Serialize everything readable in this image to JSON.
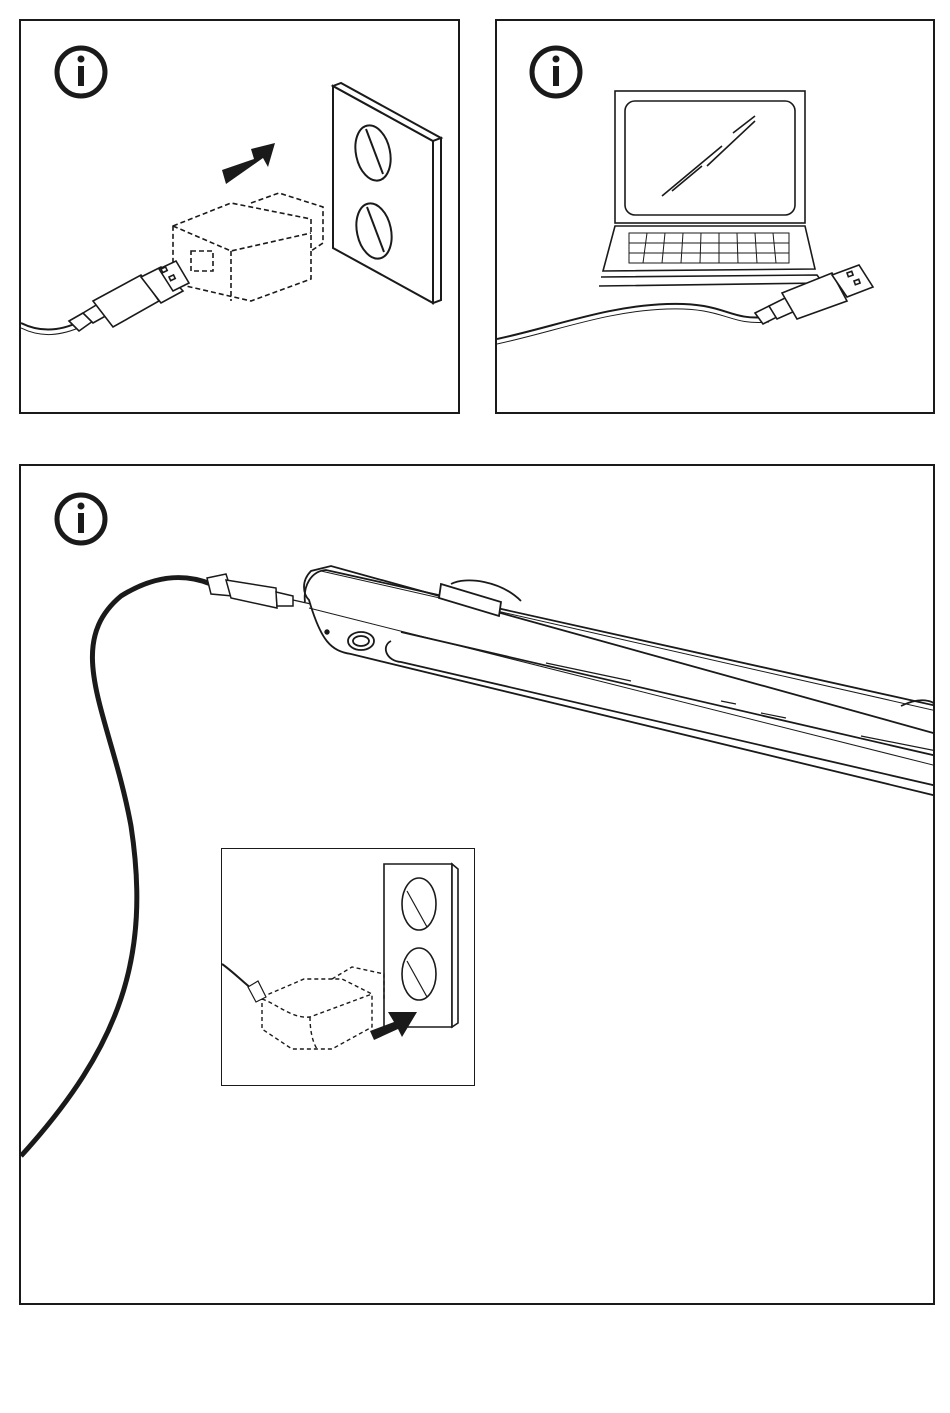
{
  "page": {
    "background": "#ffffff",
    "line_color": "#1a1a1a"
  },
  "panels": [
    {
      "id": "panel-1",
      "icons": [
        "info-icon",
        "usb-cable-icon",
        "usb-wall-adapter-icon",
        "push-arrow-icon",
        "wall-socket-icon"
      ]
    },
    {
      "id": "panel-2",
      "icons": [
        "info-icon",
        "laptop-icon",
        "usb-cable-icon"
      ]
    },
    {
      "id": "panel-3",
      "icons": [
        "info-icon",
        "led-light-bar-icon",
        "usb-cable-icon"
      ],
      "inset": {
        "icons": [
          "usb-wall-adapter-icon",
          "push-arrow-icon",
          "wall-socket-icon"
        ]
      }
    }
  ]
}
